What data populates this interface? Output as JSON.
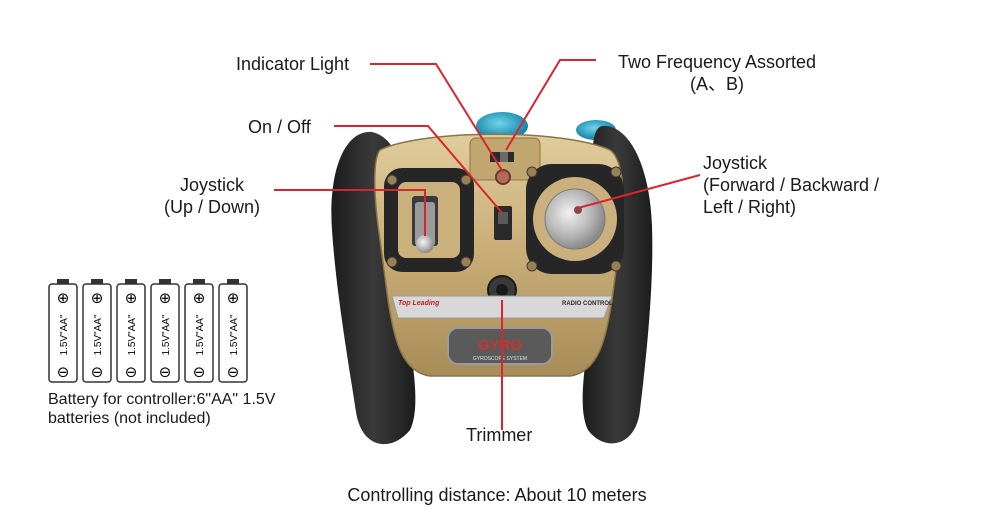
{
  "labels": {
    "indicator_light": "Indicator Light",
    "two_frequency": "Two Frequency Assorted",
    "two_frequency_sub": "(A、B)",
    "on_off": "On / Off",
    "joystick_left": "Joystick",
    "joystick_left_sub": "(Up / Down)",
    "joystick_right": "Joystick",
    "joystick_right_sub1": "(Forward / Backward /",
    "joystick_right_sub2": "Left / Right)",
    "trimmer": "Trimmer",
    "battery_line1": "Battery for controller:6\"AA\" 1.5V",
    "battery_line2": "batteries (not included)",
    "distance": "Controlling distance: About 10 meters"
  },
  "battery": {
    "count": 6,
    "label": "1.5V\"AA\"",
    "plus": "⊕",
    "minus": "⊖"
  },
  "controller": {
    "brand": "GYRO",
    "brand_sub": "GYROSCOPE SYSTEM",
    "strip_left": "Top Leading",
    "strip_right": "RADIO CONTROL"
  },
  "colors": {
    "leader_line": "#d8262c",
    "body_gold": "#c9b07d",
    "grip_black": "#2a2a2a",
    "cap_teal": "#1aa6c9"
  }
}
